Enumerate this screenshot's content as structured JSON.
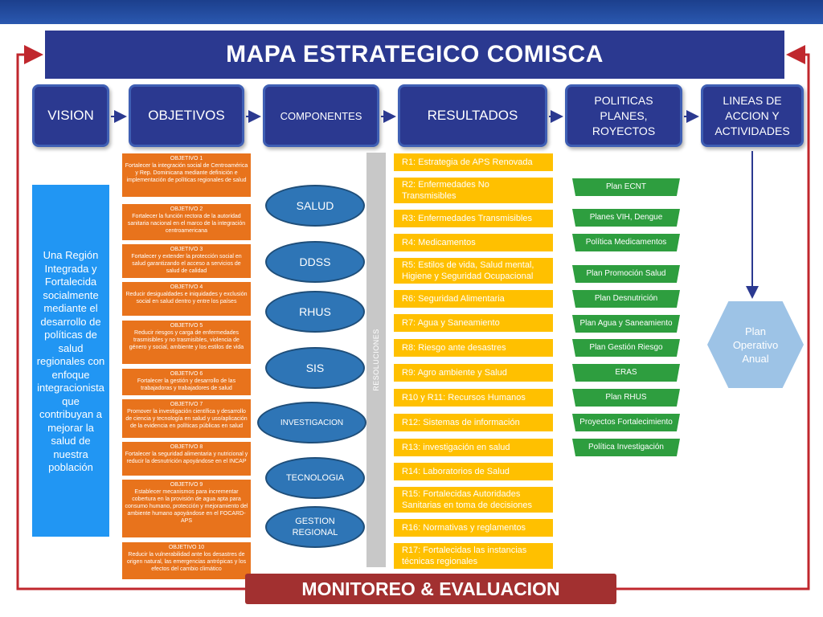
{
  "title": "MAPA ESTRATEGICO COMISCA",
  "headers": {
    "vision": "VISION",
    "objetivos": "OBJETIVOS",
    "componentes": "COMPONENTES",
    "resultados": "RESULTADOS",
    "politicas": "POLITICAS PLANES, ROYECTOS",
    "lineas": "LINEAS DE ACCION Y ACTIVIDADES"
  },
  "vision_text": "Una Región Integrada y Fortalecida socialmente mediante el desarrollo de políticas de salud regionales con enfoque integracionista que contribuyan a mejorar la salud de nuestra población",
  "objetivos": [
    "OBJETIVO 1\nFortalecer la integración social de Centroamérica y Rep. Dominicana mediante definición e implementación de políticas regionales de salud",
    "OBJETIVO 2\nFortalecer la función rectora de la autoridad sanitaria nacional en el marco de la integración centroamericana",
    "OBJETIVO 3\nFortalecer y extender la protección social en salud garantizando el acceso a servicios de salud de calidad",
    "OBJETIVO 4\nReducir desigualdades e iniquidades y exclusión social en salud dentro y entre los países",
    "OBJETIVO 5\nReducir riesgos y carga de enfermedades trasmisibles y no trasmisibles, violencia de género y social, ambiente y los estilos de vida",
    "OBJETIVO 6\nFortalecer la gestión y desarrollo de las trabajadoras y trabajadores de salud",
    "OBJETIVO 7\nPromover la investigación científica y desarrollo de ciencia y tecnología en salud y uso/aplicación de la evidencia en políticas públicas en salud",
    "OBJETIVO 8\nFortalecer la seguridad alimentaria y nutricional y reducir la desnutrición apoyándose en el INCAP",
    "OBJETIVO 9\nEstablecer mecanismos para incrementar cobertura en la provisión de agua apta para consumo humano, protección y mejoramiento del ambiente humano apoyándose en el FOCARD-APS",
    "OBJETIVO 10\nReducir la vulnerabilidad ante los desastres de origen natural, las emergencias antrópicas y los efectos del cambio climático"
  ],
  "componentes": [
    "SALUD",
    "DDSS",
    "RHUS",
    "SIS",
    "INVESTIGACION",
    "TECNOLOGIA",
    "GESTION REGIONAL"
  ],
  "resoluciones_label": "RESOLUCIONES",
  "resultados": [
    "R1: Estrategia de APS Renovada",
    "R2: Enfermedades No Transmisibles",
    "R3: Enfermedades Transmisibles",
    "R4: Medicamentos",
    "R5: Estilos de vida, Salud  mental, Higiene y Seguridad Ocupacional",
    "R6: Seguridad Alimentaria",
    "R7: Agua y Saneamiento",
    "R8: Riesgo ante desastres",
    "R9: Agro ambiente y Salud",
    "R10 y R11: Recursos Humanos",
    "R12: Sistemas de información",
    "R13: investigación en salud",
    "R14: Laboratorios  de Salud",
    "R15: Fortalecidas Autoridades Sanitarias en toma de decisiones",
    "R16: Normativas y reglamentos",
    "R17: Fortalecidas las instancias técnicas regionales"
  ],
  "politicas": [
    "Plan ECNT",
    "Planes VIH, Dengue",
    "Política Medicamentos",
    "Plan Promoción Salud",
    "Plan Desnutrición",
    "Plan  Agua y Saneamiento",
    "Plan  Gestión Riesgo",
    "ERAS",
    "Plan RHUS",
    "Proyectos Fortalecimiento",
    "Política Investigación"
  ],
  "plan_operativo": "Plan Operativo Anual",
  "monitoreo": "MONITOREO & EVALUACION",
  "colors": {
    "header_blue": "#2b3990",
    "objetivo_orange": "#e8731c",
    "resultado_yellow": "#ffc000",
    "politica_green": "#2e9e3f",
    "componente_blue": "#2e75b6",
    "vision_blue": "#2196f3",
    "monitoreo_red": "#a23030",
    "hexagon_light_blue": "#9dc3e6",
    "feedback_arrow_red": "#c0272d"
  }
}
